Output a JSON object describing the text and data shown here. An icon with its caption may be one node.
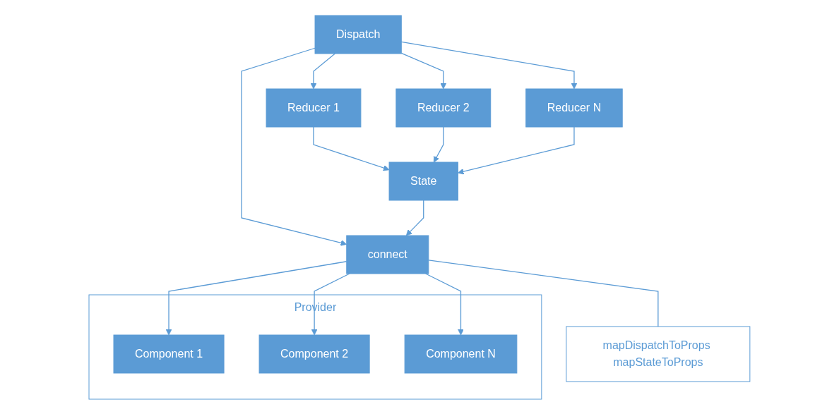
{
  "diagram": {
    "nodes": [
      {
        "text": [
          "Dispatch"
        ]
      },
      {
        "text": [
          "Reducer 1"
        ]
      },
      {
        "text": [
          "Reducer 2"
        ]
      },
      {
        "text": [
          "Reducer N"
        ]
      },
      {
        "text": [
          "State"
        ]
      },
      {
        "text": [
          "Provider"
        ]
      },
      {
        "text": [
          "Component 1"
        ],
        "in": 5
      },
      {
        "text": [
          "Component 2"
        ],
        "in": 5
      },
      {
        "text": [
          "Component N"
        ],
        "in": 5
      },
      {
        "text": [
          "connect"
        ]
      },
      {
        "text": [
          "mapDispatchToProps mapStateToProps"
        ]
      }
    ],
    "edges": [
      {
        "from": 0,
        "to": 1,
        "arrow": "to"
      },
      {
        "from": 0,
        "to": 2,
        "arrow": "to"
      },
      {
        "from": 0,
        "to": 3,
        "arrow": "to"
      },
      {
        "from": 1,
        "to": 4,
        "arrow": "to"
      },
      {
        "from": 2,
        "to": 4,
        "arrow": "to"
      },
      {
        "from": 3,
        "to": 4,
        "arrow": "to"
      },
      {
        "from": 0,
        "to": 9,
        "arrow": "to"
      },
      {
        "from": 4,
        "to": 9,
        "arrow": "to"
      },
      {
        "from": 9,
        "to": 6,
        "arrow": "to"
      },
      {
        "from": 9,
        "to": 7,
        "arrow": "to"
      },
      {
        "from": 9,
        "to": 8,
        "arrow": "to"
      },
      {
        "from": 10,
        "to": 9,
        "arrow": "none"
      }
    ]
  }
}
